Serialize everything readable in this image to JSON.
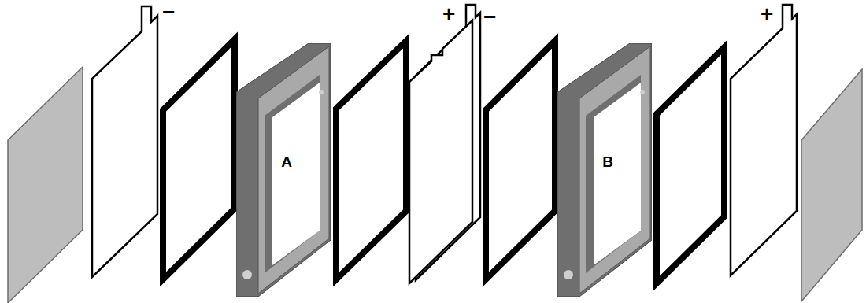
{
  "diagram": {
    "nodes": [
      {
        "text": [
          "A"
        ]
      },
      {
        "text": [
          "B"
        ]
      }
    ],
    "labels": [
      "−",
      "+",
      "−",
      "+"
    ]
  }
}
